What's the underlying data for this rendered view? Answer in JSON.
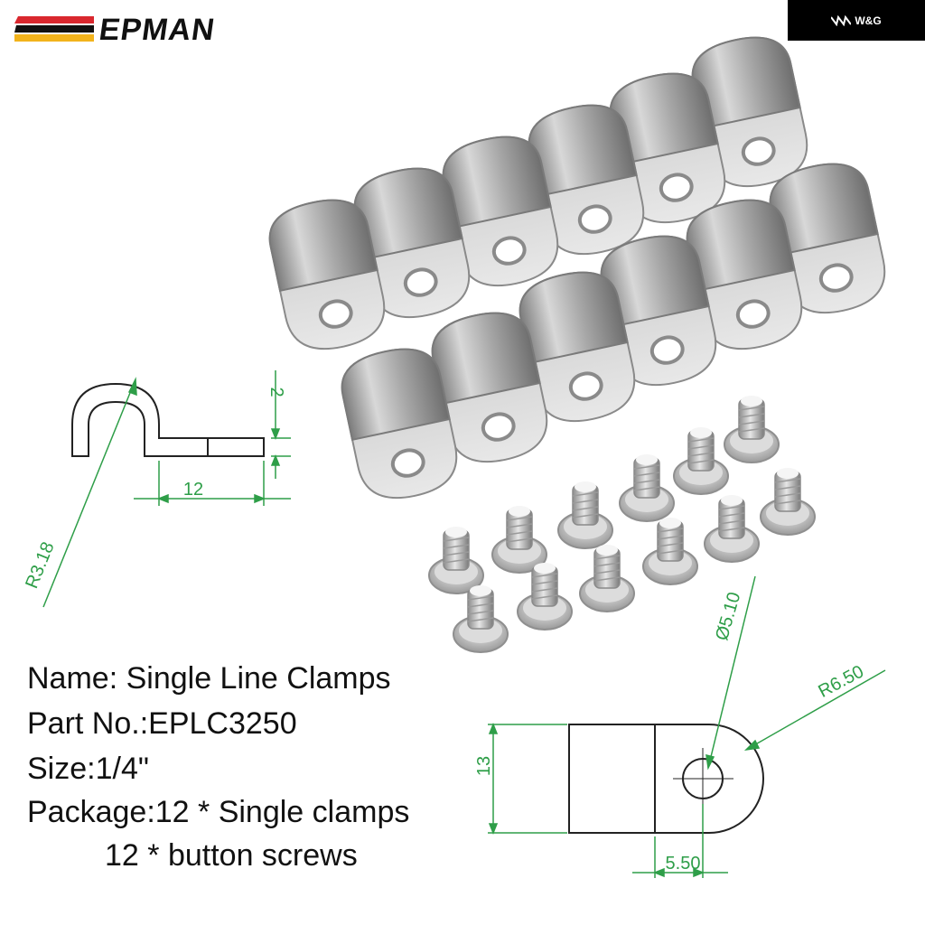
{
  "brand": {
    "logo_text": "EPMAN",
    "stripe_colors": [
      "#d9272e",
      "#111111",
      "#f2b31c"
    ]
  },
  "watermark": {
    "text": "W&G"
  },
  "product": {
    "name_line": "Name: Single Line Clamps",
    "part_line": "Part No.:EPLC3250",
    "size_line": "Size:1/4\"",
    "package_line": "Package:12 * Single clamps",
    "package_line2": "12 * button screws"
  },
  "side_diagram": {
    "thickness": "2",
    "length": "12",
    "radius": "R3.18"
  },
  "top_diagram": {
    "hole": "Ø5.10",
    "radius": "R6.50",
    "width": "13",
    "offset": "5.50"
  },
  "colors": {
    "dimension": "#2e9e48",
    "metal_light": "#e9e9e9",
    "metal_dark": "#8a8a8a"
  }
}
